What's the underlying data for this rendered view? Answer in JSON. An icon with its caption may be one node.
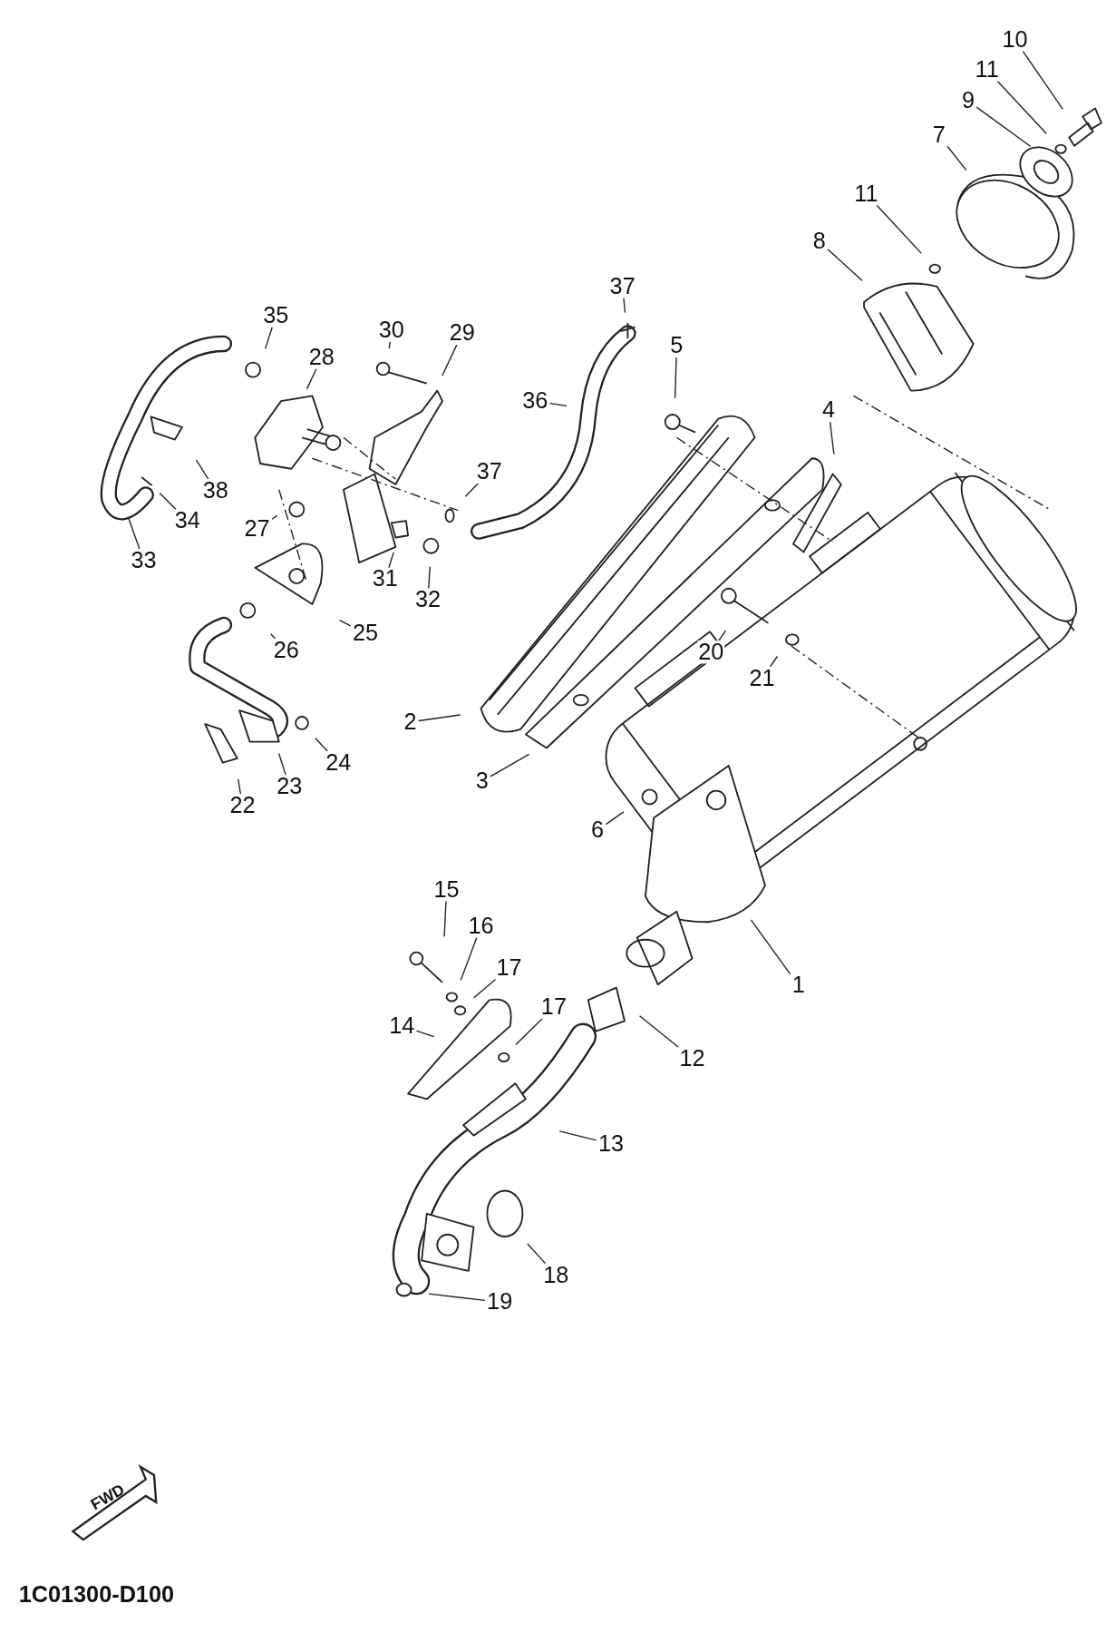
{
  "diagram": {
    "nodes": [
      {
        "text": [
          "10"
        ]
      },
      {
        "text": [
          "11"
        ]
      },
      {
        "text": [
          "9"
        ]
      },
      {
        "text": [
          "7"
        ]
      },
      {
        "text": [
          "11"
        ]
      },
      {
        "text": [
          "8"
        ]
      },
      {
        "text": [
          "37"
        ]
      },
      {
        "text": [
          "5"
        ]
      },
      {
        "text": [
          "35"
        ]
      },
      {
        "text": [
          "28"
        ]
      },
      {
        "text": [
          "30"
        ]
      },
      {
        "text": [
          "29"
        ]
      },
      {
        "text": [
          "36"
        ]
      },
      {
        "text": [
          "4"
        ]
      },
      {
        "text": [
          "37"
        ]
      },
      {
        "text": [
          "38"
        ]
      },
      {
        "text": [
          "34"
        ]
      },
      {
        "text": [
          "33"
        ]
      },
      {
        "text": [
          "27"
        ]
      },
      {
        "text": [
          "31"
        ]
      },
      {
        "text": [
          "32"
        ]
      },
      {
        "text": [
          "25"
        ]
      },
      {
        "text": [
          "26"
        ]
      },
      {
        "text": [
          "20"
        ]
      },
      {
        "text": [
          "21"
        ]
      },
      {
        "text": [
          "2"
        ]
      },
      {
        "text": [
          "3"
        ]
      },
      {
        "text": [
          "24"
        ]
      },
      {
        "text": [
          "23"
        ]
      },
      {
        "text": [
          "22"
        ]
      },
      {
        "text": [
          "6"
        ]
      },
      {
        "text": [
          "15"
        ]
      },
      {
        "text": [
          "16"
        ]
      },
      {
        "text": [
          "17"
        ]
      },
      {
        "text": [
          "17"
        ]
      },
      {
        "text": [
          "14"
        ]
      },
      {
        "text": [
          "12"
        ]
      },
      {
        "text": [
          "1"
        ]
      },
      {
        "text": [
          "13"
        ]
      },
      {
        "text": [
          "18"
        ]
      },
      {
        "text": [
          "19"
        ]
      }
    ],
    "edges": [
      {
        "from": 0,
        "to": null,
        "arrow": "none"
      },
      {
        "from": 1,
        "to": null,
        "arrow": "none"
      },
      {
        "from": 2,
        "to": null,
        "arrow": "none"
      },
      {
        "from": 3,
        "to": null,
        "arrow": "none"
      },
      {
        "from": 4,
        "to": null,
        "arrow": "none"
      },
      {
        "from": 5,
        "to": null,
        "arrow": "none"
      },
      {
        "from": 6,
        "to": null,
        "arrow": "none"
      },
      {
        "from": 7,
        "to": null,
        "arrow": "none"
      },
      {
        "from": 8,
        "to": null,
        "arrow": "none"
      },
      {
        "from": 9,
        "to": null,
        "arrow": "none"
      },
      {
        "from": 10,
        "to": null,
        "arrow": "none"
      },
      {
        "from": 11,
        "to": null,
        "arrow": "none"
      },
      {
        "from": 12,
        "to": null,
        "arrow": "none"
      },
      {
        "from": 13,
        "to": null,
        "arrow": "none"
      },
      {
        "from": 14,
        "to": null,
        "arrow": "none"
      },
      {
        "from": 15,
        "to": null,
        "arrow": "none"
      },
      {
        "from": 16,
        "to": null,
        "arrow": "none"
      },
      {
        "from": 17,
        "to": null,
        "arrow": "none"
      },
      {
        "from": 18,
        "to": null,
        "arrow": "none"
      },
      {
        "from": 19,
        "to": null,
        "arrow": "none"
      },
      {
        "from": 20,
        "to": null,
        "arrow": "none"
      },
      {
        "from": 21,
        "to": null,
        "arrow": "none"
      },
      {
        "from": 22,
        "to": null,
        "arrow": "none"
      },
      {
        "from": 23,
        "to": null,
        "arrow": "none"
      },
      {
        "from": 24,
        "to": null,
        "arrow": "none"
      },
      {
        "from": 25,
        "to": null,
        "arrow": "none"
      },
      {
        "from": 26,
        "to": null,
        "arrow": "none"
      },
      {
        "from": 27,
        "to": null,
        "arrow": "none"
      },
      {
        "from": 28,
        "to": null,
        "arrow": "none"
      },
      {
        "from": 29,
        "to": null,
        "arrow": "none"
      },
      {
        "from": 30,
        "to": null,
        "arrow": "none"
      },
      {
        "from": 31,
        "to": null,
        "arrow": "none"
      },
      {
        "from": 32,
        "to": null,
        "arrow": "none"
      },
      {
        "from": 33,
        "to": null,
        "arrow": "none"
      },
      {
        "from": 34,
        "to": null,
        "arrow": "none"
      },
      {
        "from": 35,
        "to": null,
        "arrow": "none"
      },
      {
        "from": 36,
        "to": null,
        "arrow": "none"
      },
      {
        "from": 37,
        "to": null,
        "arrow": "none"
      },
      {
        "from": 38,
        "to": null,
        "arrow": "none"
      },
      {
        "from": 39,
        "to": null,
        "arrow": "none"
      },
      {
        "from": 40,
        "to": null,
        "arrow": "none"
      }
    ],
    "labels": [
      "FWD",
      "1C01300-D100"
    ]
  }
}
